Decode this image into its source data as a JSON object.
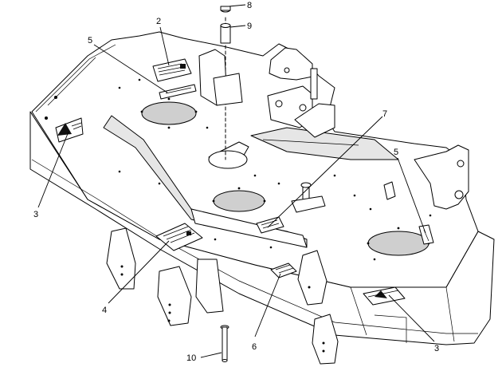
{
  "callouts": {
    "c2": "2",
    "c3a": "3",
    "c3b": "3",
    "c4": "4",
    "c5a": "5",
    "c5b": "5",
    "c6": "6",
    "c7": "7",
    "c8": "8",
    "c9": "9",
    "c10": "10"
  },
  "colors": {
    "line": "#000000",
    "background": "#ffffff",
    "decal_dark": "#111111"
  }
}
